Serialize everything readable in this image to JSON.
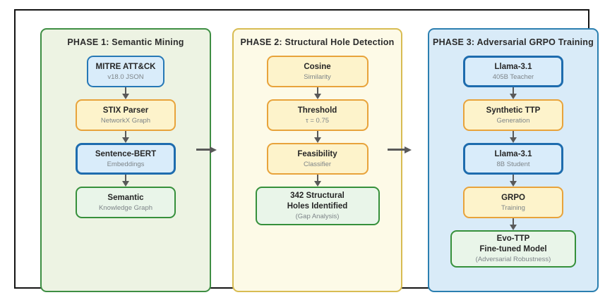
{
  "diagram": {
    "phases": [
      {
        "title": "PHASE 1: Semantic Mining",
        "nodes": [
          {
            "title": "MITRE ATT&CK",
            "subtitle": "v18.0 JSON",
            "style": "blue"
          },
          {
            "title": "STIX Parser",
            "subtitle": "NetworkX Graph",
            "style": "yellow"
          },
          {
            "title": "Sentence-BERT",
            "subtitle": "Embeddings",
            "style": "blue-bold"
          },
          {
            "title": "Semantic",
            "subtitle": "Knowledge Graph",
            "style": "green"
          }
        ]
      },
      {
        "title": "PHASE 2: Structural Hole Detection",
        "nodes": [
          {
            "title": "Cosine",
            "subtitle": "Similarity",
            "style": "yellow"
          },
          {
            "title": "Threshold",
            "subtitle": "τ = 0.75",
            "style": "yellow"
          },
          {
            "title": "Feasibility",
            "subtitle": "Classifier",
            "style": "yellow"
          },
          {
            "title": "342 Structural\nHoles Identified",
            "subtitle": "(Gap Analysis)",
            "style": "green"
          }
        ]
      },
      {
        "title": "PHASE 3: Adversarial GRPO Training",
        "nodes": [
          {
            "title": "Llama-3.1",
            "subtitle": "405B Teacher",
            "style": "blue-bold"
          },
          {
            "title": "Synthetic TTP",
            "subtitle": "Generation",
            "style": "yellow"
          },
          {
            "title": "Llama-3.1",
            "subtitle": "8B Student",
            "style": "blue-bold"
          },
          {
            "title": "GRPO",
            "subtitle": "Training",
            "style": "yellow"
          },
          {
            "title": "Evo-TTP\nFine-tuned Model",
            "subtitle": "(Adversarial Robustness)",
            "style": "green"
          }
        ]
      }
    ],
    "colors": {
      "frame_stroke": "#141414",
      "phase1_fill": "#edf3e3",
      "phase1_stroke": "#3e8e43",
      "phase2_fill": "#fdfae7",
      "phase2_stroke": "#d8bc52",
      "phase3_fill": "#d9ebf8",
      "phase3_stroke": "#2b7fb0",
      "node_blue_fill": "#d9ecfa",
      "node_blue_stroke": "#2678b6",
      "node_blue_bold_stroke": "#1e6cae",
      "node_yellow_fill": "#fdf3cb",
      "node_yellow_stroke": "#e8a33b",
      "node_green_fill": "#e9f5e9",
      "node_green_stroke": "#36903b",
      "arrow": "#595959",
      "title_text": "#2b2b2b",
      "node_title_text": "#262626",
      "node_subtitle_text": "#7d8488"
    }
  }
}
